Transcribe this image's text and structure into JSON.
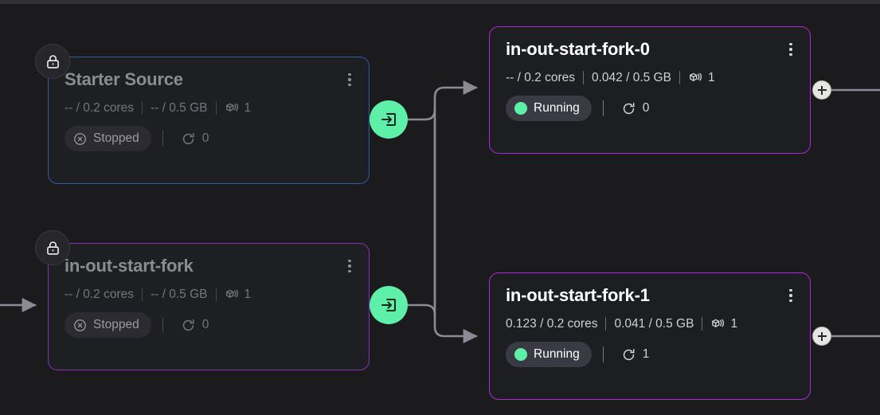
{
  "canvas": {
    "background": "#1b1b1d",
    "edge_color": "#8b8b95",
    "accent_green": "#5ef0a8",
    "accent_purple": "#b026d9",
    "accent_blue": "#2c5ea8"
  },
  "nodes": [
    {
      "id": "starter-source",
      "title": "Starter Source",
      "state": "dim",
      "border": "blue",
      "locked": true,
      "lock_icon": "lock-icon",
      "menu_icon": "more-vertical-icon",
      "cpu": "-- / 0.2 cores",
      "memory": "-- / 0.5 GB",
      "replicas_icon": "boxes-icon",
      "replicas": "1",
      "status": "Stopped",
      "status_icon": "x-circle-icon",
      "restart_icon": "refresh-icon",
      "restarts": "0"
    },
    {
      "id": "in-out-start-fork",
      "title": "in-out-start-fork",
      "state": "dim",
      "border": "purple",
      "locked": true,
      "lock_icon": "lock-icon",
      "menu_icon": "more-vertical-icon",
      "cpu": "-- / 0.2 cores",
      "memory": "-- / 0.5 GB",
      "replicas_icon": "boxes-icon",
      "replicas": "1",
      "status": "Stopped",
      "status_icon": "x-circle-icon",
      "restart_icon": "refresh-icon",
      "restarts": "0"
    },
    {
      "id": "in-out-start-fork-0",
      "title": "in-out-start-fork-0",
      "state": "bright",
      "border": "purple-bright",
      "locked": false,
      "menu_icon": "more-vertical-icon",
      "cpu": "-- / 0.2 cores",
      "memory": "0.042 / 0.5 GB",
      "replicas_icon": "boxes-icon",
      "replicas": "1",
      "status": "Running",
      "status_icon": "status-dot-icon",
      "restart_icon": "refresh-icon",
      "restarts": "0"
    },
    {
      "id": "in-out-start-fork-1",
      "title": "in-out-start-fork-1",
      "state": "bright",
      "border": "purple-bright",
      "locked": false,
      "menu_icon": "more-vertical-icon",
      "cpu": "0.123 / 0.2 cores",
      "memory": "0.041 / 0.5 GB",
      "replicas_icon": "boxes-icon",
      "replicas": "1",
      "status": "Running",
      "status_icon": "status-dot-icon",
      "restart_icon": "refresh-icon",
      "restarts": "1"
    }
  ],
  "handles": {
    "entry_icon": "log-in-icon",
    "add_icon": "plus-icon"
  }
}
